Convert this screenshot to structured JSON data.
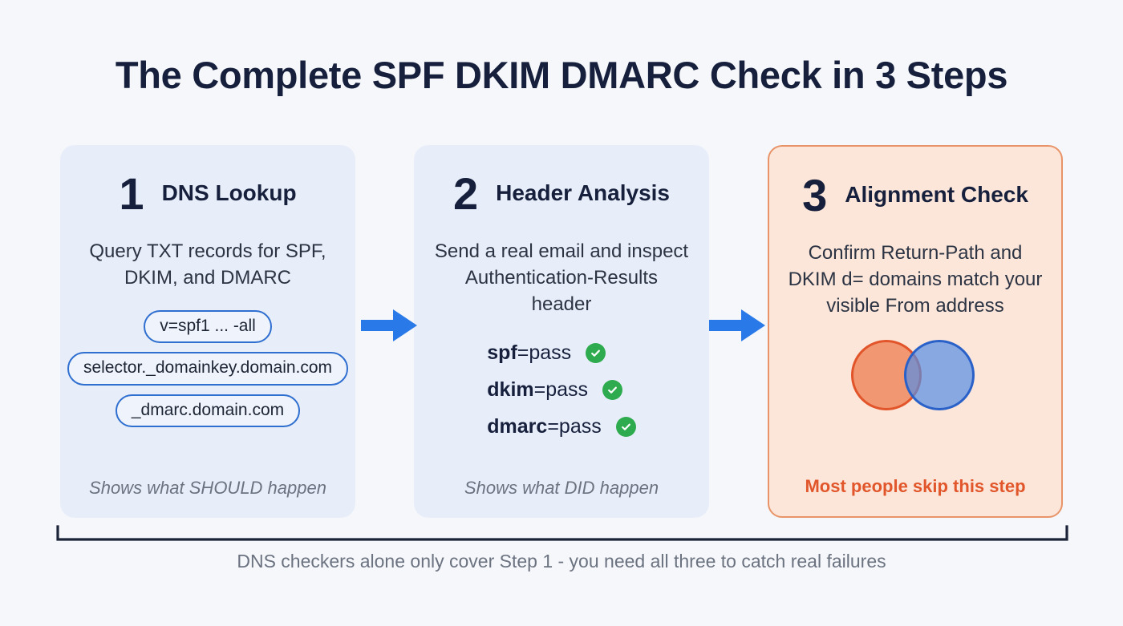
{
  "title": "The Complete SPF DKIM DMARC Check in 3 Steps",
  "colors": {
    "background": "#f5f7fa",
    "title_text": "#16203c",
    "card_blue_bg": "#e8eef9",
    "card_peach_bg": "#fce6d9",
    "card_peach_border": "#e89468",
    "pill_border": "#2f6fd0",
    "arrow_blue": "#2979e8",
    "check_green": "#2eab4f",
    "warn_orange": "#e1562a",
    "venn_left": "#ed7849",
    "venn_left_border": "#e2552a",
    "venn_right": "#568de2",
    "venn_right_border": "#2a61c9",
    "muted_text": "#6b7280",
    "bracket": "#1b2438"
  },
  "steps": [
    {
      "number": "1",
      "title": "DNS Lookup",
      "description": "Query TXT records for SPF, DKIM, and DMARC",
      "pills": [
        "v=spf1 ... -all",
        "selector._domainkey.domain.com",
        "_dmarc.domain.com"
      ],
      "footer": "Shows what SHOULD happen"
    },
    {
      "number": "2",
      "title": "Header Analysis",
      "description": "Send a real email and inspect Authentication-Results header",
      "results": [
        {
          "key": "spf",
          "value": "=pass",
          "status": "check-icon"
        },
        {
          "key": "dkim",
          "value": "=pass",
          "status": "check-icon"
        },
        {
          "key": "dmarc",
          "value": "=pass",
          "status": "check-icon"
        }
      ],
      "footer": "Shows what DID happen"
    },
    {
      "number": "3",
      "title": "Alignment Check",
      "description": "Confirm Return-Path and DKIM d= domains match your visible From address",
      "footer": "Most people skip this step"
    }
  ],
  "caption": "DNS checkers alone only cover Step 1 - you need all three to catch real failures"
}
